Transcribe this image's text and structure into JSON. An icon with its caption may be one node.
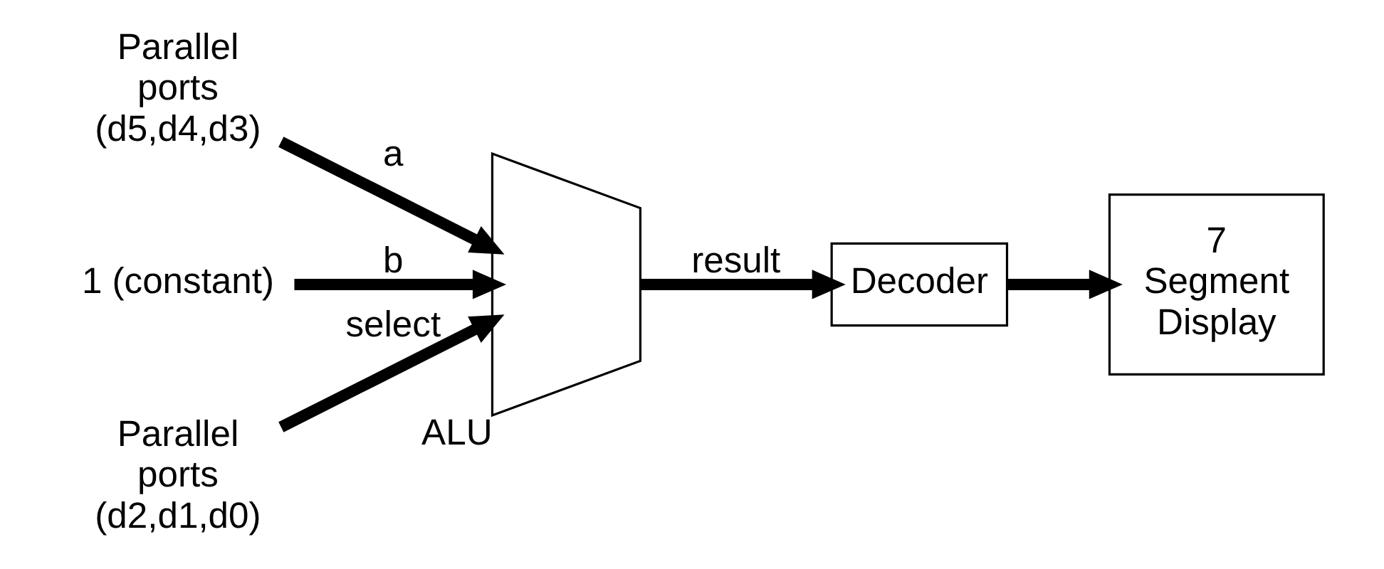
{
  "diagram": {
    "nodes": [
      {
        "text": [
          "Parallel ports (d5,d4,d3)"
        ]
      },
      {
        "text": [
          "1 (constant)"
        ]
      },
      {
        "text": [
          "ALU"
        ]
      },
      {
        "text": [
          "Parallel ports (d2,d1,d0)"
        ]
      },
      {
        "text": [
          "Decoder"
        ]
      },
      {
        "text": [
          "7 Segment Display"
        ]
      }
    ],
    "edges": [
      {
        "from": 0,
        "to": 2,
        "arrow": "to",
        "label": "a"
      },
      {
        "from": 1,
        "to": 2,
        "arrow": "to",
        "label": "b"
      },
      {
        "from": 3,
        "to": 2,
        "arrow": "to",
        "label": "select"
      },
      {
        "from": 2,
        "to": 4,
        "arrow": "to",
        "label": "result"
      },
      {
        "from": 4,
        "to": 5,
        "arrow": "to"
      }
    ]
  }
}
